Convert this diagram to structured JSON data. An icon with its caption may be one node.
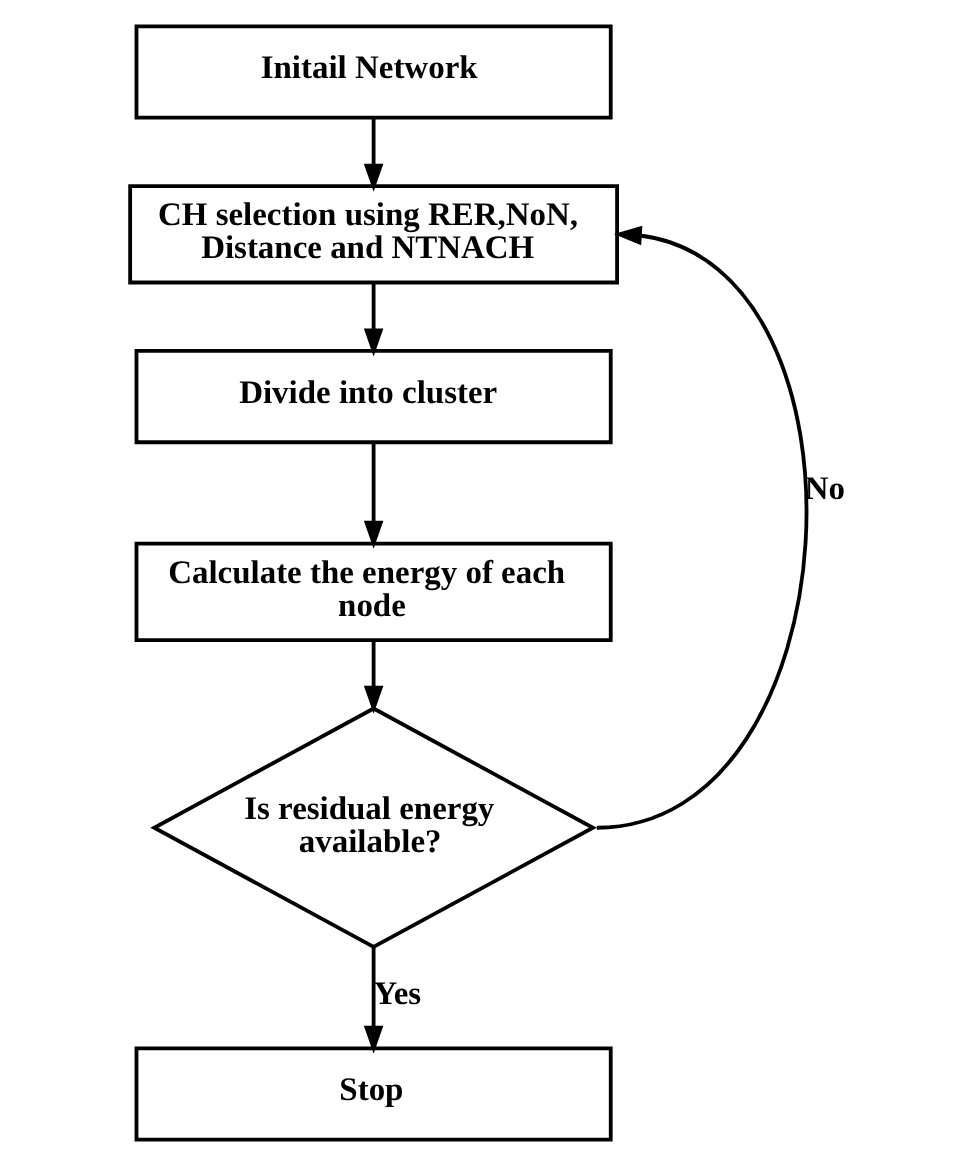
{
  "diagram": {
    "nodes": [
      {
        "text": [
          "Initail Network"
        ]
      },
      {
        "text": [
          "CH selection using RER,NoN, Distance and NTNACH"
        ]
      },
      {
        "text": [
          "Divide into cluster"
        ]
      },
      {
        "text": [
          "Calculate the energy of each node"
        ]
      },
      {
        "text": [
          "Is residual energy available?"
        ]
      },
      {
        "text": [
          "Stop"
        ]
      }
    ],
    "edges": [
      {
        "from": 0,
        "to": 1,
        "arrow": "to"
      },
      {
        "from": 1,
        "to": 2,
        "arrow": "to"
      },
      {
        "from": 2,
        "to": 3,
        "arrow": "to"
      },
      {
        "from": 3,
        "to": 4,
        "arrow": "to"
      },
      {
        "from": 4,
        "to": 5,
        "arrow": "to",
        "label": "Yes"
      },
      {
        "from": 4,
        "to": 1,
        "arrow": "to",
        "label": "No"
      }
    ]
  }
}
